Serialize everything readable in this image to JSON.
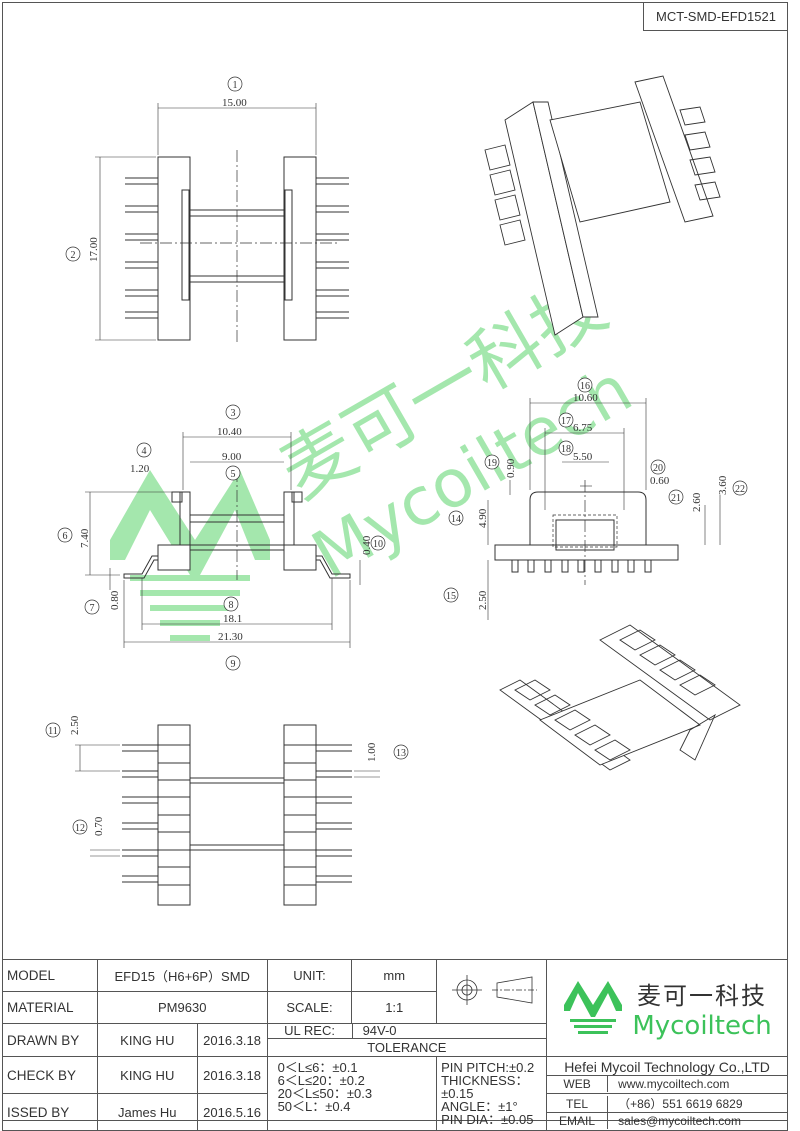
{
  "drawing_code": "MCT-SMD-EFD1521",
  "watermark": {
    "cn": "麦可一科技",
    "en": "Mycoiltech"
  },
  "dims": {
    "d1": "15.00",
    "d2": "17.00",
    "d3": "10.40",
    "d4": "1.20",
    "d5": "9.00",
    "d6": "7.40",
    "d7": "0.80",
    "d8": "18.1",
    "d9": "21.30",
    "d10": "0.40",
    "d11": "2.50",
    "d12": "0.70",
    "d13": "1.00",
    "d14": "4.90",
    "d15": "2.50",
    "d16": "10.60",
    "d17": "6.75",
    "d18": "5.50",
    "d19": "0.90",
    "d20": "0.60",
    "d21": "2.60",
    "d22": "3.60"
  },
  "bubbles": [
    "1",
    "2",
    "3",
    "4",
    "5",
    "6",
    "7",
    "8",
    "9",
    "10",
    "11",
    "12",
    "13",
    "14",
    "15",
    "16",
    "17",
    "18",
    "19",
    "20",
    "21",
    "22"
  ],
  "title_block": {
    "model_label": "MODEL",
    "model_value": "EFD15（H6+6P）SMD",
    "unit_label": "UNIT:",
    "unit_value": "mm",
    "material_label": "MATERIAL",
    "material_value": "PM9630",
    "scale_label": "SCALE:",
    "scale_value": "1:1",
    "drawn_label": "DRAWN BY",
    "drawn_name": "KING HU",
    "drawn_date": "2016.3.18",
    "ulrec_label": "UL REC:",
    "ulrec_value": "94V-0",
    "tolerance_label": "TOLERANCE",
    "check_label": "CHECK BY",
    "check_name": "KING HU",
    "check_date": "2016.3.18",
    "issued_label": "ISSED BY",
    "issued_name": "James Hu",
    "issued_date": "2016.5.16",
    "tol_lines": [
      "0＜L≤6：±0.1",
      "6＜L≤20：±0.2",
      "20＜L≤50：±0.3",
      "50＜L：±0.4"
    ],
    "tol_lines2": [
      "PIN PITCH:±0.2",
      "THICKNESS：±0.15",
      "ANGLE：±1°",
      "PIN DIA：±0.05"
    ],
    "company_cn": "麦可一科技",
    "company_en": "Mycoiltech",
    "company_name": "Hefei Mycoil Technology Co.,LTD",
    "web_label": "WEB",
    "web_value": "www.mycoiltech.com",
    "tel_label": "TEL",
    "tel_value": "（+86）551 6619 6829",
    "email_label": "EMAIL",
    "email_value": "sales@mycoiltech.com"
  },
  "colors": {
    "accent": "#3cc25a",
    "line": "#333333"
  }
}
